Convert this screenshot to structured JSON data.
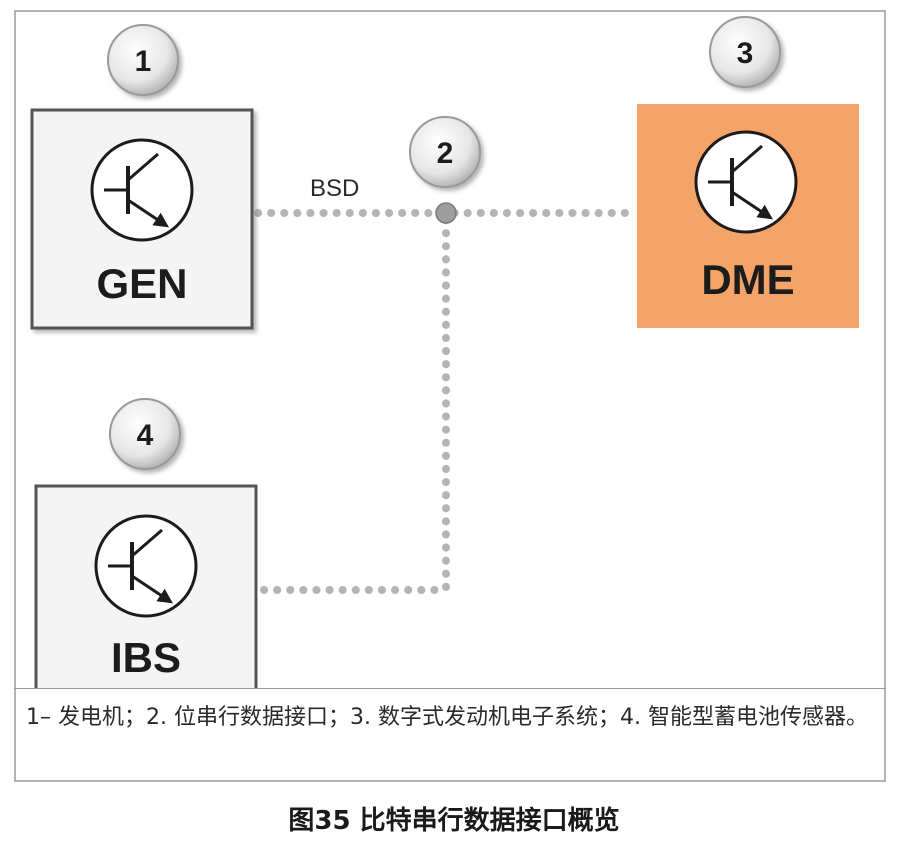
{
  "diagram": {
    "nodes": [
      {
        "id": "gen",
        "number": "1",
        "label": "GEN"
      },
      {
        "id": "bsd",
        "number": "2"
      },
      {
        "id": "dme",
        "number": "3",
        "label": "DME"
      },
      {
        "id": "ibs",
        "number": "4",
        "label": "IBS"
      }
    ],
    "bus_label": "BSD",
    "colors": {
      "dme_fill": "#f5a468",
      "box_fill": "#f4f4f4",
      "bus_dot": "#b4b4b4"
    }
  },
  "caption": "1– 发电机；2. 位串行数据接口；3. 数字式发动机电子系统；4. 智能型蓄电池传感器。",
  "figure_title": "图35 比特串行数据接口概览"
}
